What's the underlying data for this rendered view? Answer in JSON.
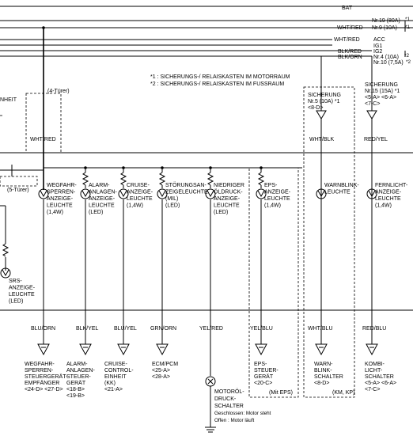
{
  "bus_labels": {
    "bat": "BAT",
    "acc": "ACC",
    "ig1": "IG1",
    "ig2": "IG2",
    "wht_red_acc": "WHT/RED",
    "blk_red": "BLK/RED",
    "blk_orn": "BLK/ORN",
    "wht_red_nr9": "WHT/RED"
  },
  "fuse_refs": {
    "nr19": "Nr.19 (80A)",
    "nr19_mark": "*1",
    "nr9": "Nr.9 (10A)",
    "nr9_mark": "*1",
    "nr4": "Nr.4 (10A)",
    "nr4_mark": "*2",
    "nr10": "Nr.10 (7,5A)",
    "nr10_mark": "*2"
  },
  "notes": {
    "note1": "*1 : SICHERUNGS-/ RELAISKASTEN IM MOTORRAUM",
    "note2": "*2 : SICHERUNGS-/ RELAISKASTEN IM FUSSRAUM"
  },
  "left_fragments": {
    "nheit": "NHEIT",
    "four_door": "(4-Türer)",
    "five_door": "(5-Türer)",
    "wht_red": "WHT/RED"
  },
  "fuse_boxes": [
    {
      "lines": [
        "SICHERUNG",
        "Nr.5 (10A) *1",
        "<8-D>"
      ],
      "wire": "WHT/BLK"
    },
    {
      "lines": [
        "SICHERUNG",
        "Nr.15 (15A) *1",
        "<5-A> <6-A>",
        "<7-C>"
      ],
      "wire": "RED/YEL"
    }
  ],
  "lamps": [
    {
      "label": [
        "WEGFAHR-",
        "SPERREN-",
        "ANZEIGE-",
        "LEUCHTE",
        "(1,4W)"
      ]
    },
    {
      "label": [
        "ALARM-",
        "ANLAGEN-",
        "ANZEIGE-",
        "LEUCHTE",
        "(LED)"
      ]
    },
    {
      "label": [
        "CRUISE-",
        "ANZEIGE-",
        "LEUCHTE",
        "(1,4W)"
      ]
    },
    {
      "label": [
        "STÖRUNGSAN-",
        "ZEIGELEUCHTE",
        "(MIL)",
        "(LED)"
      ]
    },
    {
      "label": [
        "NIEDRIGER",
        "ÖLDRUCK-",
        "ANZEIGE-",
        "LEUCHTE",
        "(LED)"
      ]
    },
    {
      "label": [
        "EPS-",
        "ANZEIGE-",
        "LEUCHTE",
        "(1,4W)"
      ]
    },
    {
      "label": [
        "WARNBLINK-",
        "LEUCHTE"
      ]
    },
    {
      "label": [
        "FERNLICHT-",
        "ANZEIGE-",
        "LEUCHTE",
        "(1,4W)"
      ]
    },
    {
      "label": [
        "SRS-",
        "ANZEIGE-",
        "LEUCHTE",
        "(LED)"
      ]
    }
  ],
  "wires": [
    "BLU/ORN",
    "BLK/YEL",
    "BLU/YEL",
    "GRN/ORN",
    "YEL/RED",
    "YEL/BLU",
    "WHT/BLU",
    "RED/BLU"
  ],
  "destinations": [
    {
      "lines": [
        "WEGFAHR-",
        "SPERREN-",
        "STEUERGERÄT-",
        "EMPFÄNGER",
        "<24-D> <27-D>"
      ]
    },
    {
      "lines": [
        "ALARM-",
        "ANLAGEN-",
        "STEUER-",
        "GERÄT",
        "<18-B>",
        "<19-B>"
      ]
    },
    {
      "lines": [
        "CRUISE-",
        "CONTROL-",
        "EINHEIT",
        "(KK)",
        "<21-A>"
      ]
    },
    {
      "lines": [
        "ECM/PCM",
        "<25-A>",
        "<28-A>"
      ]
    },
    {
      "lines": [
        "EPS-",
        "STEUER-",
        "GERÄT",
        "<20-C>"
      ]
    },
    {
      "lines": [
        "WARN-",
        "BLINK-",
        "SCHALTER",
        "<8-D>"
      ]
    },
    {
      "lines": [
        "KOMBI-",
        "LICHT-",
        "SCHALTER",
        "<5-A> <6-A>",
        "<7-C>"
      ]
    }
  ],
  "oil_switch": {
    "lines": [
      "MOTORÖL-",
      "DRUCK-",
      "SCHALTER"
    ],
    "closed": "Geschlossen: Motor steht",
    "open": "Offen       : Motor läuft"
  },
  "options": {
    "eps": "(Mit EPS)",
    "km_kp": "(KM, KP)"
  }
}
